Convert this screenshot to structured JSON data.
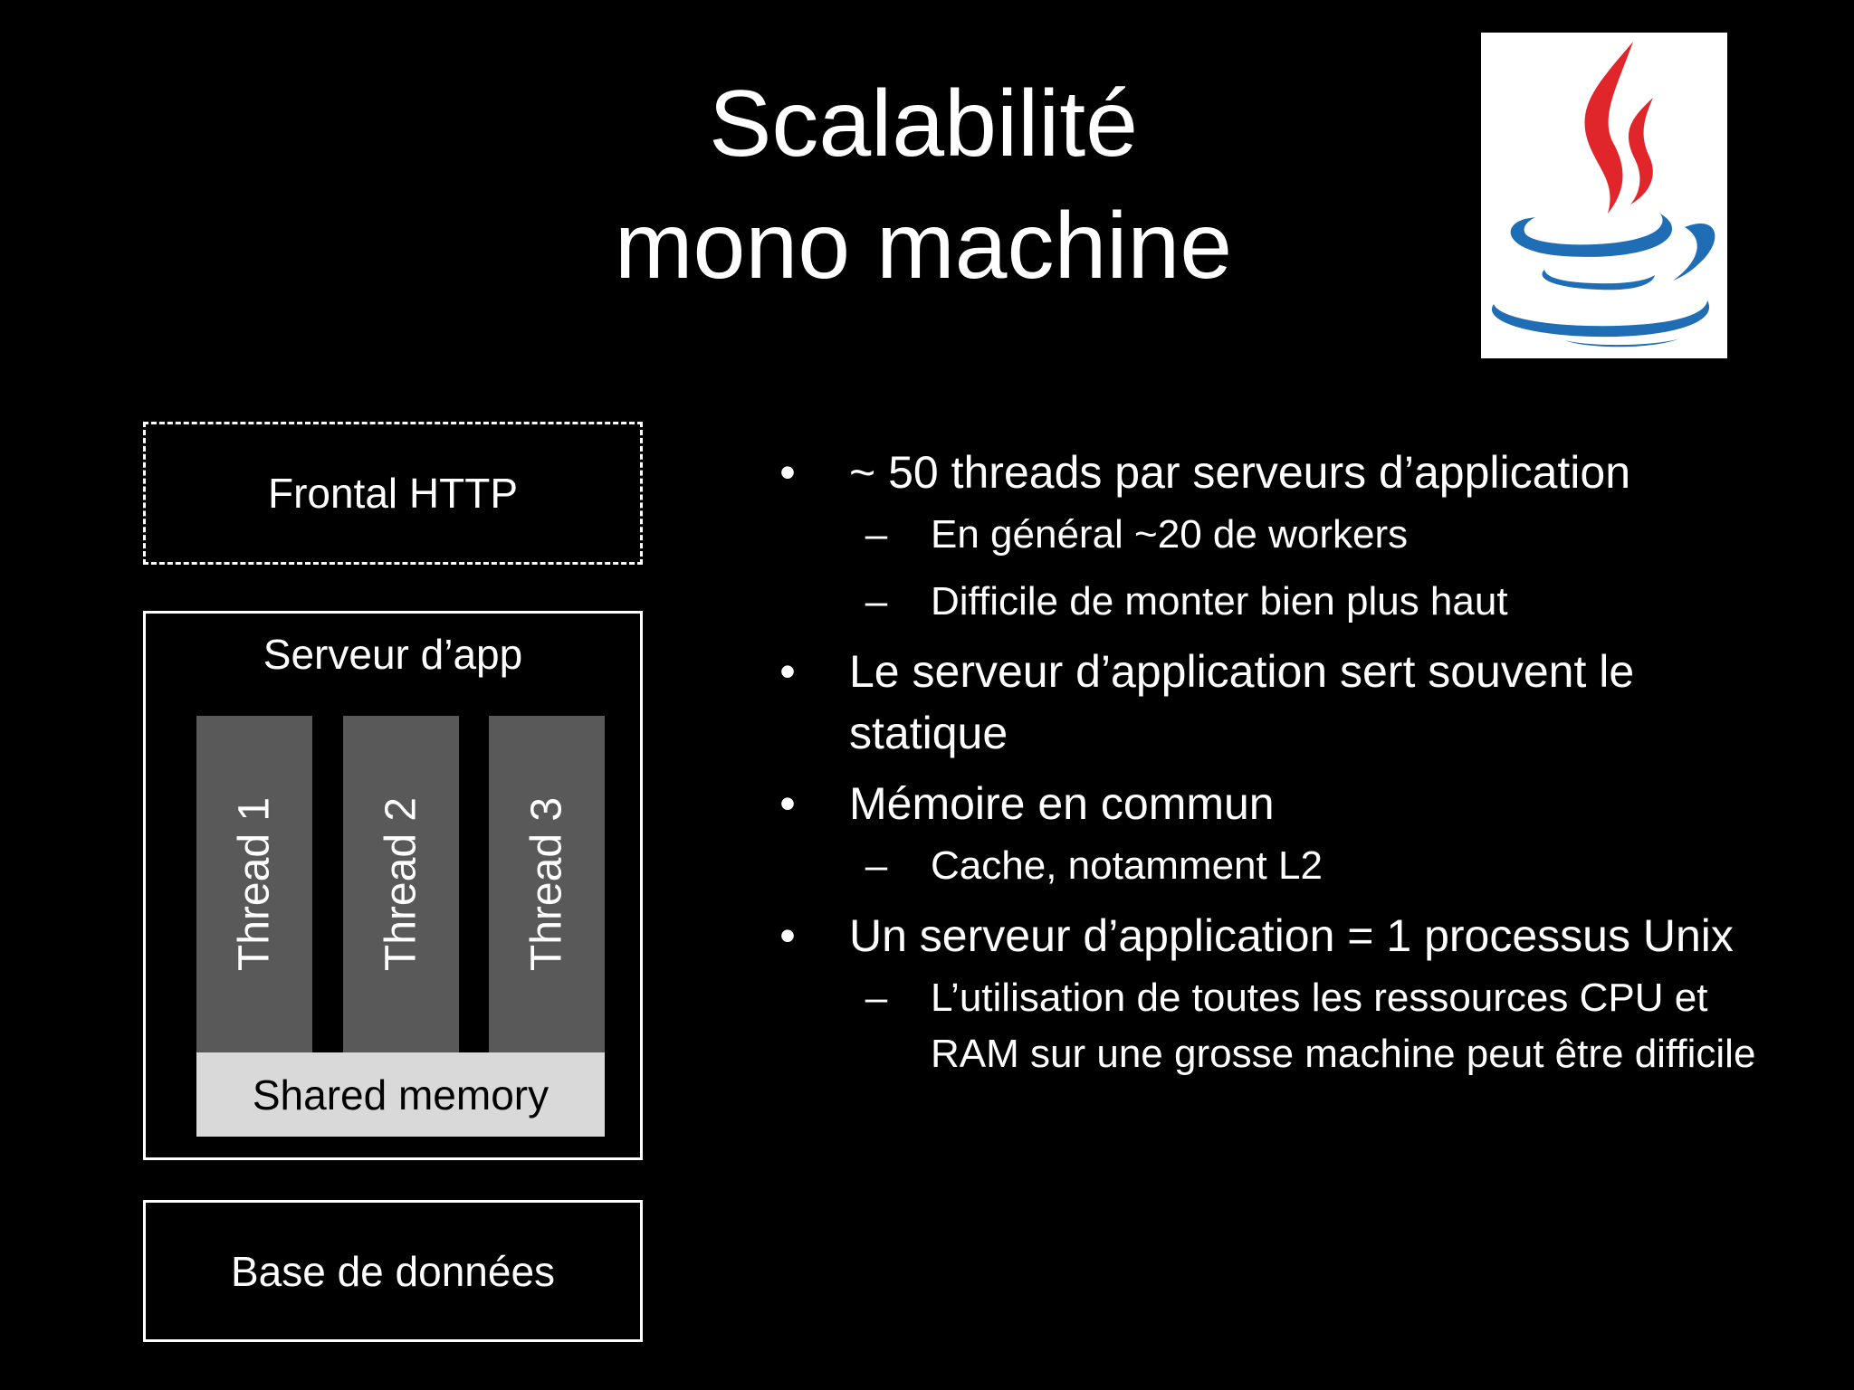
{
  "title": {
    "line1": "Scalabilité",
    "line2": "mono machine"
  },
  "logo": {
    "icon": "java-coffee-cup-logo",
    "colors": {
      "steam": "#e0262a",
      "cup": "#1f6db5"
    }
  },
  "diagram": {
    "frontal": "Frontal HTTP",
    "server": "Serveur d’app",
    "threads": [
      "Thread 1",
      "Thread 2",
      "Thread 3"
    ],
    "shared_memory": "Shared memory",
    "database": "Base de données"
  },
  "bullets": [
    {
      "text": "~ 50 threads par serveurs d’application",
      "sub": [
        "En général ~20 de workers",
        "Difficile de monter bien plus haut"
      ]
    },
    {
      "text": "Le serveur d’application sert souvent le statique",
      "sub": []
    },
    {
      "text": "Mémoire en commun",
      "sub": [
        "Cache, notamment L2"
      ]
    },
    {
      "text": "Un serveur d’application = 1 processus Unix",
      "sub": [
        "L’utilisation de toutes les ressources CPU et RAM sur une grosse machine peut être difficile"
      ]
    }
  ],
  "bullet_marks": {
    "level1": "•",
    "level2": "–"
  }
}
